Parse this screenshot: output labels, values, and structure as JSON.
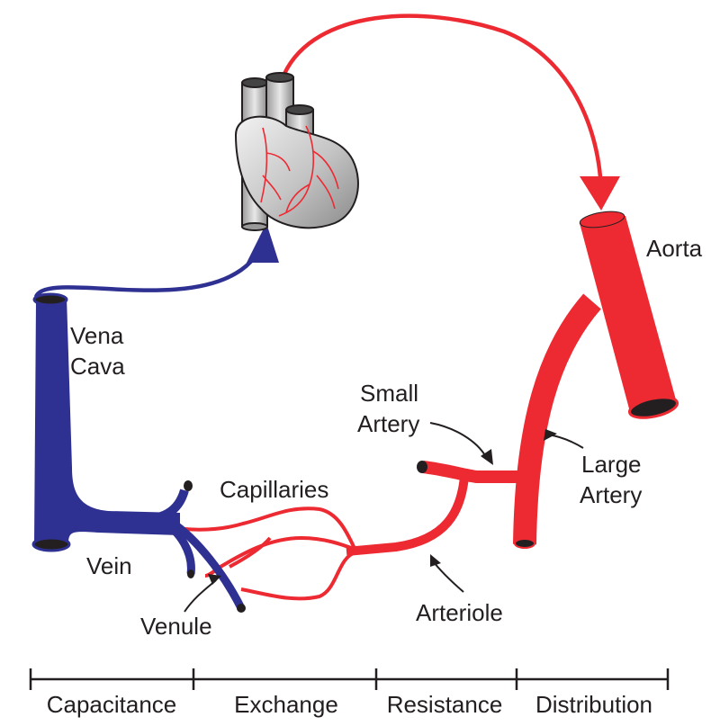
{
  "labels": {
    "aorta": "Aorta",
    "vena_cava_line1": "Vena",
    "vena_cava_line2": "Cava",
    "small_artery_line1": "Small",
    "small_artery_line2": "Artery",
    "large_artery_line1": "Large",
    "large_artery_line2": "Artery",
    "capillaries": "Capillaries",
    "vein": "Vein",
    "venule": "Venule",
    "arteriole": "Arteriole"
  },
  "scale": {
    "segments": [
      "Capacitance",
      "Exchange",
      "Resistance",
      "Distribution"
    ]
  },
  "colors": {
    "arterial": "#ed2a32",
    "venous": "#2f3192",
    "heart": "#c8c8c8",
    "outline": "#231f20"
  },
  "icons": [
    "heart-icon"
  ]
}
